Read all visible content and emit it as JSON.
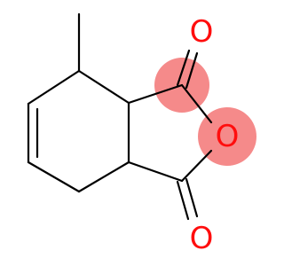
{
  "molecule": {
    "atoms": [
      {
        "id": "o_carbonyl_top",
        "element": "O",
        "label": "O",
        "color": "#ff0d0d",
        "highlight": false
      },
      {
        "id": "o_ring",
        "element": "O",
        "label": "O",
        "color": "#ff0d0d",
        "highlight": true
      },
      {
        "id": "o_carbonyl_bottom",
        "element": "O",
        "label": "O",
        "color": "#ff0d0d",
        "highlight": false
      }
    ],
    "colors": {
      "bond": "#000000",
      "oxygen": "#ff0d0d",
      "highlight": "#f58a8a"
    }
  }
}
